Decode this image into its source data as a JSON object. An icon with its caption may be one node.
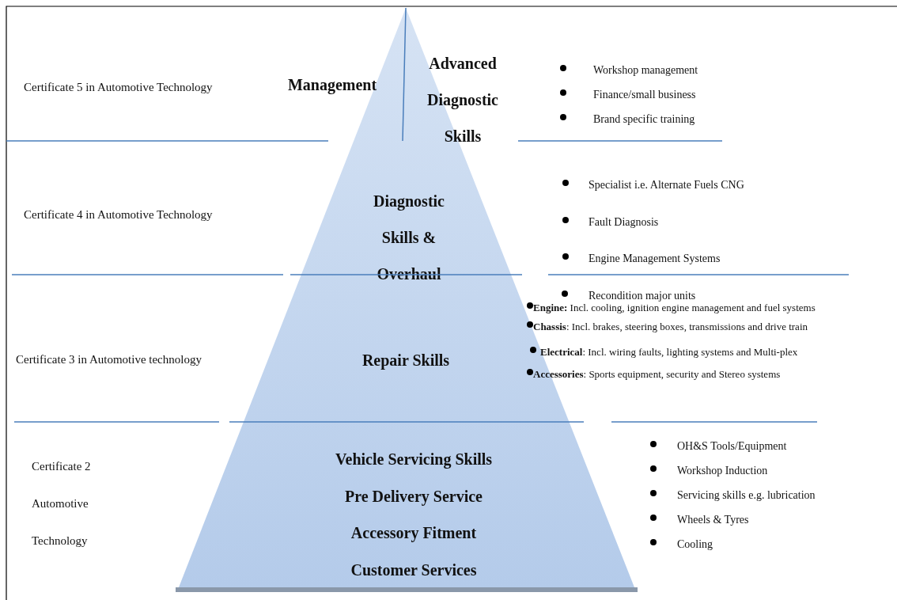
{
  "diagram": {
    "nodes": [
      {
        "text": [
          "Management",
          "Advanced Diagnostic Skills",
          "Diagnostic Skills & Overhaul",
          "Repair Skills",
          "Vehicle Servicing Skills",
          "Pre Delivery Service",
          "Accessory Fitment",
          "Customer Services"
        ]
      }
    ],
    "edges": [],
    "labels": [
      "Certificate 5 in Automotive Technology",
      "Workshop management",
      "Finance/small business",
      "Brand specific training",
      "Certificate 4 in Automotive Technology",
      "Specialist i.e. Alternate Fuels CNG",
      "Fault Diagnosis",
      "Engine Management Systems",
      "Certificate 3 in Automotive technology",
      "Recondition major units",
      "**Engine:** Incl. cooling, ignition engine management and fuel systems",
      "**Chassis**: Incl. brakes, steering boxes, transmissions and drive train",
      "**Electrical**: Incl. wiring faults, lighting systems and Multi-plex",
      "**Accessories**: Sports equipment, security and Stereo systems",
      "Certificate 2 Automotive Technology",
      "OH&S Tools/Equipment",
      "Workshop Induction",
      "Servicing skills e.g. lubrication",
      "Wheels & Tyres",
      "Cooling"
    ]
  }
}
